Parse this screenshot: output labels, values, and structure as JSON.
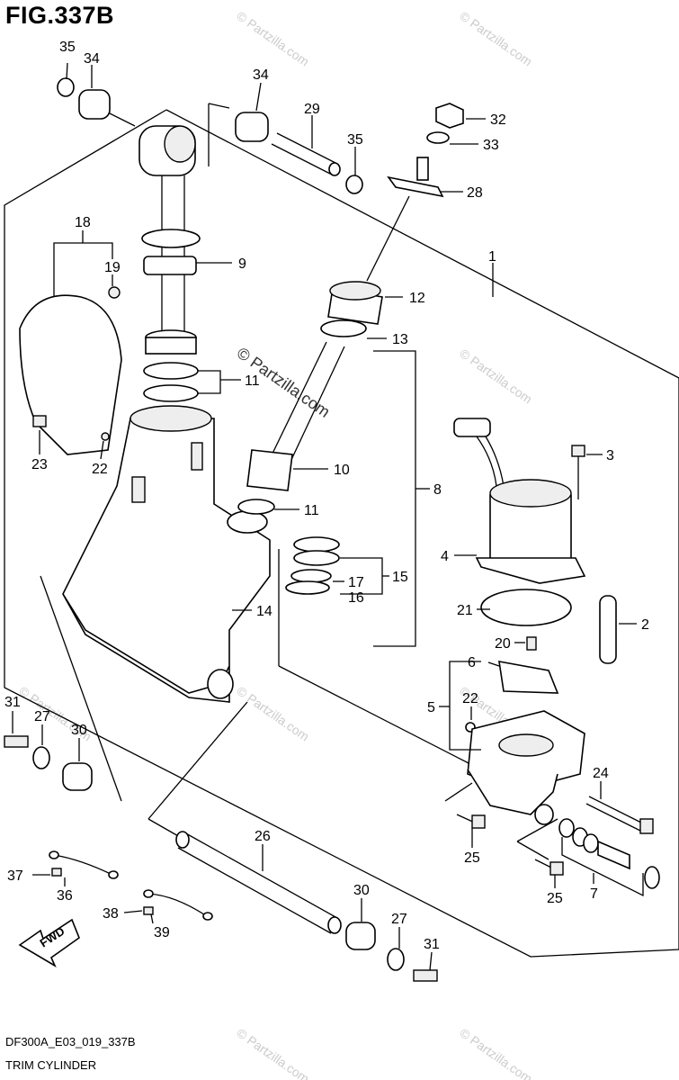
{
  "figure": {
    "title": "FIG.337B",
    "code": "DF300A_E03_019_337B",
    "name": "TRIM CYLINDER",
    "direction_label": "FWD"
  },
  "watermarks": {
    "small": "© Partzilla.com",
    "center": "© Partzilla.com"
  },
  "callouts": [
    {
      "id": "c35a",
      "text": "35"
    },
    {
      "id": "c34a",
      "text": "34"
    },
    {
      "id": "c34b",
      "text": "34"
    },
    {
      "id": "c29",
      "text": "29"
    },
    {
      "id": "c35b",
      "text": "35"
    },
    {
      "id": "c32",
      "text": "32"
    },
    {
      "id": "c33",
      "text": "33"
    },
    {
      "id": "c28",
      "text": "28"
    },
    {
      "id": "c18",
      "text": "18"
    },
    {
      "id": "c19",
      "text": "19"
    },
    {
      "id": "c9",
      "text": "9"
    },
    {
      "id": "c1",
      "text": "1"
    },
    {
      "id": "c12",
      "text": "12"
    },
    {
      "id": "c13",
      "text": "13"
    },
    {
      "id": "c11a",
      "text": "11"
    },
    {
      "id": "c3",
      "text": "3"
    },
    {
      "id": "c23",
      "text": "23"
    },
    {
      "id": "c22a",
      "text": "22"
    },
    {
      "id": "c10",
      "text": "10"
    },
    {
      "id": "c8",
      "text": "8"
    },
    {
      "id": "c11b",
      "text": "11"
    },
    {
      "id": "c4",
      "text": "4"
    },
    {
      "id": "c15",
      "text": "15"
    },
    {
      "id": "c17",
      "text": "17"
    },
    {
      "id": "c16",
      "text": "16"
    },
    {
      "id": "c21",
      "text": "21"
    },
    {
      "id": "c2",
      "text": "2"
    },
    {
      "id": "c14",
      "text": "14"
    },
    {
      "id": "c20",
      "text": "20"
    },
    {
      "id": "c6",
      "text": "6"
    },
    {
      "id": "c5",
      "text": "5"
    },
    {
      "id": "c22b",
      "text": "22"
    },
    {
      "id": "c31a",
      "text": "31"
    },
    {
      "id": "c27a",
      "text": "27"
    },
    {
      "id": "c30a",
      "text": "30"
    },
    {
      "id": "c24",
      "text": "24"
    },
    {
      "id": "c25a",
      "text": "25"
    },
    {
      "id": "c26",
      "text": "26"
    },
    {
      "id": "c7",
      "text": "7"
    },
    {
      "id": "c25b",
      "text": "25"
    },
    {
      "id": "c37",
      "text": "37"
    },
    {
      "id": "c36",
      "text": "36"
    },
    {
      "id": "c30b",
      "text": "30"
    },
    {
      "id": "c27b",
      "text": "27"
    },
    {
      "id": "c38",
      "text": "38"
    },
    {
      "id": "c39",
      "text": "39"
    },
    {
      "id": "c31b",
      "text": "31"
    }
  ]
}
